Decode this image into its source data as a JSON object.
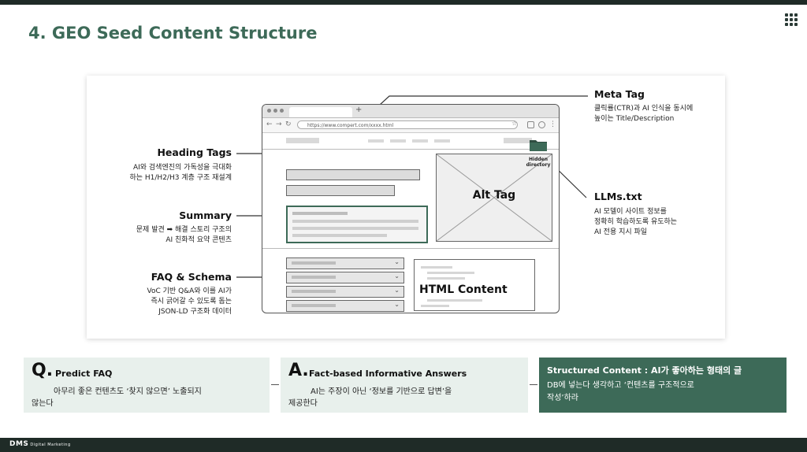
{
  "slide": {
    "title": "4. GEO Seed Content Structure",
    "footer_logo": "DMS",
    "footer_logo_small": "Digital Marketing"
  },
  "mockup": {
    "url": "https://www.compert.com/xxxx.html",
    "alt_tag_label": "Alt Tag",
    "html_content_label": "HTML Content",
    "hidden_directory_label": "Hidden directory",
    "new_tab": "+"
  },
  "callouts": {
    "meta_tag": {
      "title": "Meta Tag",
      "desc": [
        "클릭률(CTR)과 AI 인식을 동시에",
        "높이는 Title/Description"
      ]
    },
    "heading_tags": {
      "title": "Heading Tags",
      "desc": [
        "AI와 검색엔진의 가독성을 극대화",
        "하는 H1/H2/H3 계층 구조 재설계"
      ]
    },
    "summary": {
      "title": "Summary",
      "desc": [
        "문제 발견 ➡ 해결 스토리 구조의",
        "AI 친화적 요약 콘텐츠"
      ]
    },
    "faq_schema": {
      "title": "FAQ & Schema",
      "desc": [
        "VoC 기반 Q&A와 이를 AI가",
        "즉시 긁어갈 수 있도록 돕는",
        "JSON-LD 구조화 데이터"
      ]
    },
    "llms_txt": {
      "title": "LLMs.txt",
      "desc": [
        "AI 모델이 사이트 정보를",
        "정확히 학습하도록 유도하는",
        "AI 전용 지시 파일"
      ]
    }
  },
  "bottom": {
    "q": {
      "mark": "Q.",
      "title": "Predict FAQ",
      "body": [
        "아무리 좋은 컨텐츠도 ‘찾지 않으면’ 노출되지",
        "않는다"
      ]
    },
    "a": {
      "mark": "A.",
      "title": "Fact-based Informative Answers",
      "body": [
        "AI는 주장이 아닌 ‘정보를 기반으로 답변’을",
        "제공한다"
      ]
    },
    "structured": {
      "title": "Structured Content : AI가 좋아하는 형태의 글",
      "body": [
        "DB에 넣는다 생각하고 ‘컨텐츠를 구조적으로",
        "작성’하라"
      ]
    }
  },
  "colors": {
    "accent": "#3d6a58",
    "light_accent": "#e8f0ec",
    "dark_bar": "#1f2b27"
  },
  "icons": [
    "menu-grid-icon",
    "folder-icon",
    "chevron-down-icon",
    "star-icon",
    "reload-icon"
  ]
}
